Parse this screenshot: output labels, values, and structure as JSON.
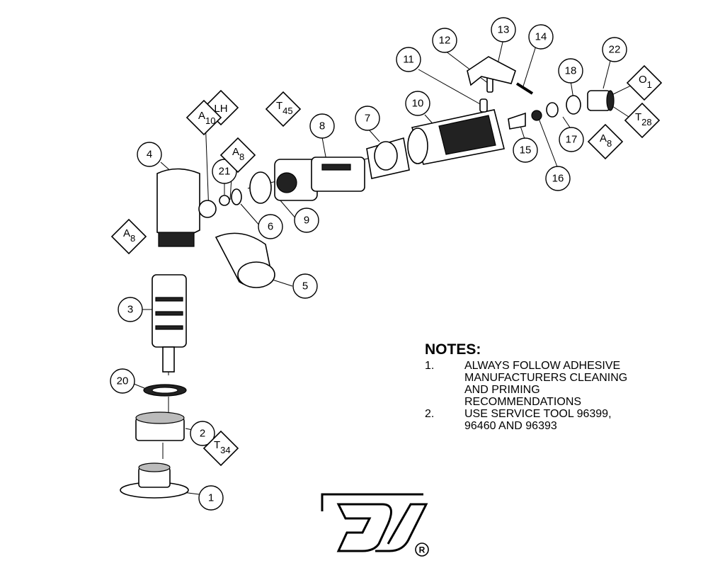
{
  "callouts": [
    {
      "id": "c1",
      "label": "1"
    },
    {
      "id": "c2",
      "label": "2"
    },
    {
      "id": "c3",
      "label": "3"
    },
    {
      "id": "c4",
      "label": "4"
    },
    {
      "id": "c5",
      "label": "5"
    },
    {
      "id": "c6",
      "label": "6"
    },
    {
      "id": "c7",
      "label": "7"
    },
    {
      "id": "c8",
      "label": "8"
    },
    {
      "id": "c9",
      "label": "9"
    },
    {
      "id": "c10",
      "label": "10"
    },
    {
      "id": "c11",
      "label": "11"
    },
    {
      "id": "c12",
      "label": "12"
    },
    {
      "id": "c13",
      "label": "13"
    },
    {
      "id": "c14",
      "label": "14"
    },
    {
      "id": "c15",
      "label": "15"
    },
    {
      "id": "c16",
      "label": "16"
    },
    {
      "id": "c17",
      "label": "17"
    },
    {
      "id": "c18",
      "label": "18"
    },
    {
      "id": "c20",
      "label": "20"
    },
    {
      "id": "c21",
      "label": "21"
    },
    {
      "id": "c22",
      "label": "22"
    }
  ],
  "specs": [
    {
      "id": "s_lh",
      "letter": "LH",
      "sub": ""
    },
    {
      "id": "s_a10",
      "letter": "A",
      "sub": "10"
    },
    {
      "id": "s_t45",
      "letter": "T",
      "sub": "45"
    },
    {
      "id": "s_a8_top",
      "letter": "A",
      "sub": "8"
    },
    {
      "id": "s_a8_left",
      "letter": "A",
      "sub": "8"
    },
    {
      "id": "s_t34",
      "letter": "T",
      "sub": "34"
    },
    {
      "id": "s_o1",
      "letter": "O",
      "sub": "1"
    },
    {
      "id": "s_t28",
      "letter": "T",
      "sub": "28"
    },
    {
      "id": "s_a8_right",
      "letter": "A",
      "sub": "8"
    }
  ],
  "notes": {
    "title": "NOTES:",
    "items": [
      {
        "num": "1.",
        "lines": [
          "ALWAYS FOLLOW ADHESIVE",
          "MANUFACTURERS CLEANING",
          "AND PRIMING",
          "RECOMMENDATIONS"
        ]
      },
      {
        "num": "2.",
        "lines": [
          "USE SERVICE TOOL 96399,",
          "96460 AND 96393"
        ]
      }
    ]
  },
  "logo": {
    "mark": "R"
  }
}
